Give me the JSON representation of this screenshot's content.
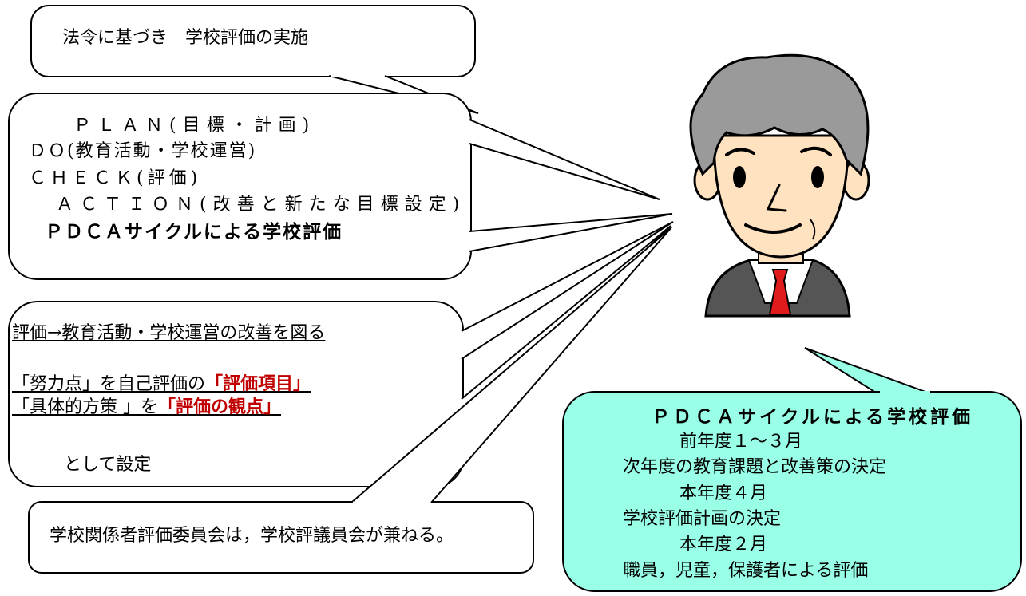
{
  "bubble1": {
    "text": "法令に基づき　学校評価の実施"
  },
  "bubble2": {
    "lines": [
      "ＰＬＡＮ(目標・計画)",
      "ＤＯ(教育活動・学校運営)",
      "ＣＨＥＣＫ(評価)",
      "ＡＣＴＩＯＮ(改善と新たな目標設定)"
    ],
    "emphasis": "ＰＤＣＡサイクルによる学校評価"
  },
  "bubble3": {
    "line1": "評価→教育活動・学校運営の改善を図る",
    "line2_pre": "「努力点」を自己評価の",
    "line2_red": "「評価項目」",
    "line3_pre": "「具体的方策 」を",
    "line3_red": "「評価の観点」",
    "line4": "として設定"
  },
  "bubble4": {
    "text": "学校関係者評価委員会は，学校評議員会が兼ねる。"
  },
  "bubble5": {
    "title": "ＰＤＣＡサイクルによる学校評価",
    "lines": [
      "前年度１～３月",
      "次年度の教育課題と改善策の決定",
      "本年度４月",
      "学校評価計画の決定",
      "本年度２月",
      "職員，児童，保護者による評価"
    ],
    "fill": "#99ffe6"
  },
  "colors": {
    "tie": "#e01b1b",
    "suit": "#555555",
    "hair": "#9a9a9a",
    "skin": "#ffe2bf"
  },
  "icons": {
    "speaker": "principal-man-icon"
  }
}
